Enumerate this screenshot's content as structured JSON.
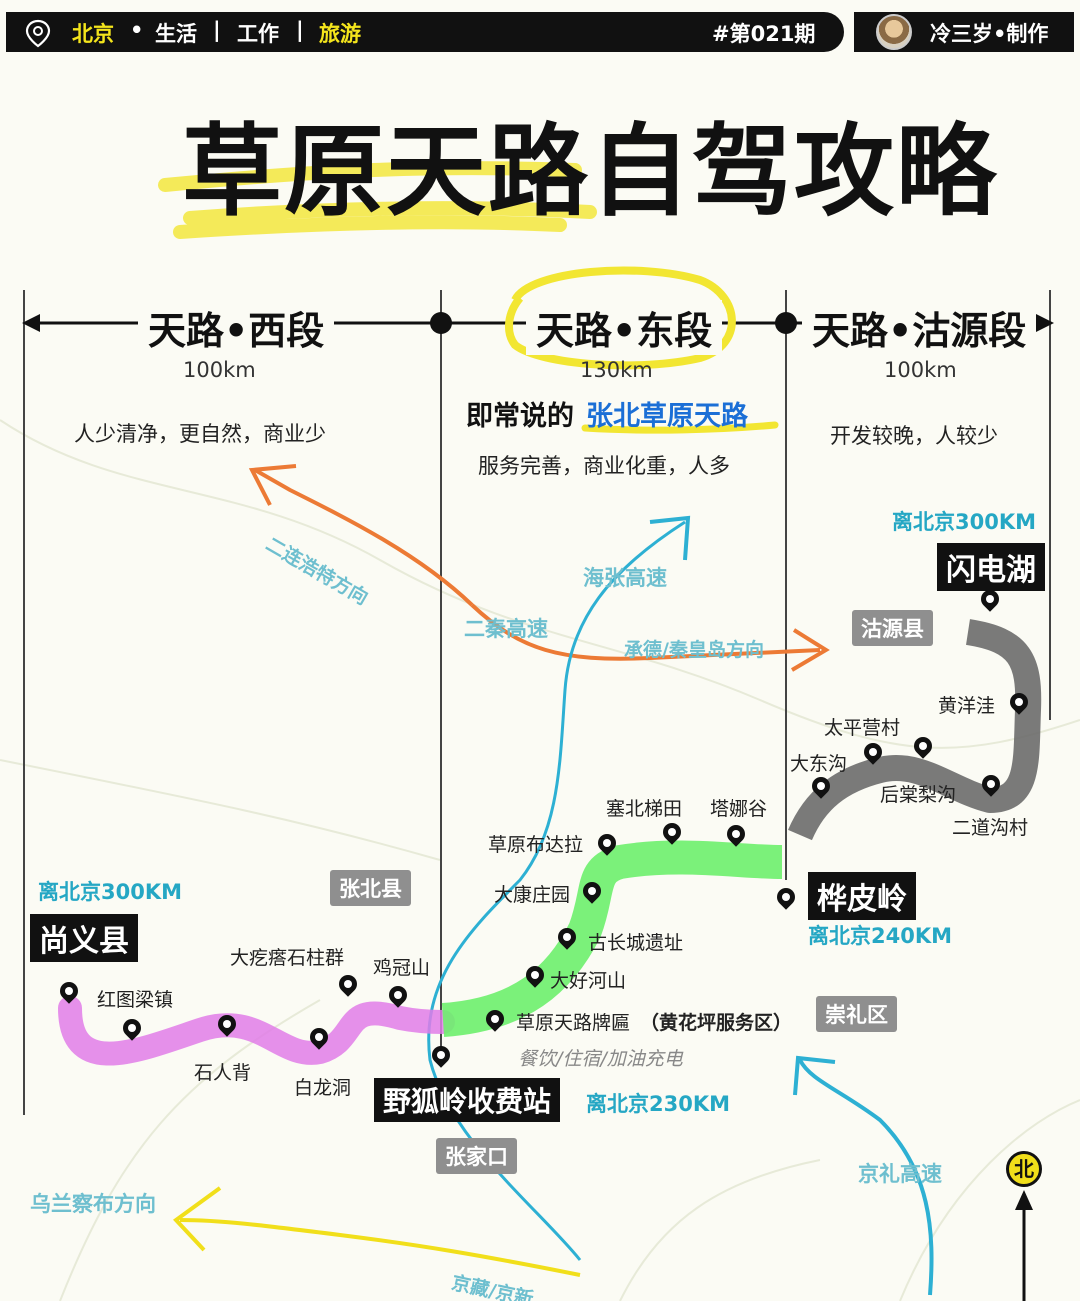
{
  "header": {
    "location": "北京",
    "dot": "•",
    "cat1": "生活",
    "sep1": "|",
    "cat2": "工作",
    "sep2": "|",
    "cat3": "旅游",
    "issue": "#第021期",
    "author": "冷三岁•制作"
  },
  "title": "草原天路自驾攻略",
  "sections": [
    {
      "name": "天路•西段",
      "km": "100km",
      "desc": "人少清净，更自然，商业少"
    },
    {
      "name": "天路•东段",
      "km": "130km",
      "desc_prefix": "即常说的",
      "desc_highlight": "张北草原天路",
      "desc2": "服务完善，商业化重，人多"
    },
    {
      "name": "天路•沽源段",
      "km": "100km",
      "desc": "开发较晚，人较少"
    }
  ],
  "roads": {
    "erlian": "二连浩特方向",
    "haizhang": "海张高速",
    "erqin": "二秦高速",
    "chengde": "承德/秦皇岛方向",
    "jingli": "京礼高速",
    "wulan": "乌兰察布方向",
    "jingzang": "京藏/京新"
  },
  "towns": {
    "shangyi": "尚义县",
    "shangyi_dist": "离北京300KM",
    "zhangbei": "张北县",
    "shandian": "闪电湖",
    "shandian_dist": "离北京300KM",
    "guyuan": "沽源县",
    "hua": "桦皮岭",
    "hua_dist": "离北京240KM",
    "chongli": "崇礼区",
    "yehuling": "野狐岭收费站",
    "yehuling_dist": "离北京230KM",
    "zhangjiakou": "张家口"
  },
  "places": {
    "hongtuliang": "红图梁镇",
    "shirenbei": "石人背",
    "dageda": "大疙瘩石柱群",
    "jiguanshan": "鸡冠山",
    "bailongdong": "白龙洞",
    "caoyuanbudala": "草原布达拉",
    "saibeititian": "塞北梯田",
    "tanuogu": "塔娜谷",
    "dakang": "大康庄园",
    "changcheng": "古长城遗址",
    "dahaohe": "大好河山",
    "paifang": "草原天路牌匾",
    "paifang_note": "（黄花坪服务区）",
    "services": "餐饮/住宿/加油充电",
    "huangyangwa": "黄洋洼",
    "taipingying": "太平营村",
    "dadonggou": "大东沟",
    "houtangligou": "后棠梨沟",
    "erdaogou": "二道沟村"
  },
  "north": "北",
  "colors": {
    "highlight_yellow": "#f4e51c",
    "west_route": "#e07de8",
    "east_route": "#6df06d",
    "guyuan_route": "#6b6b6b",
    "road_blue": "#2db0d3",
    "road_orange": "#ec7a35",
    "road_yellow": "#f1df1a"
  }
}
